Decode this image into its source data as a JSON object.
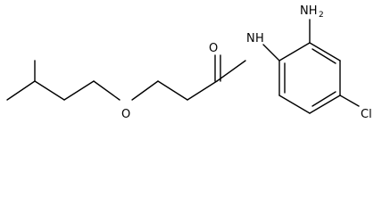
{
  "atoms": {
    "oxygen_carbonyl": "O",
    "nitrogen_amide": "N",
    "hydrogen_amide": "H",
    "amine_n": "NH",
    "amine_sub": "2",
    "oxygen_ether": "O",
    "chlorine": "Cl"
  }
}
